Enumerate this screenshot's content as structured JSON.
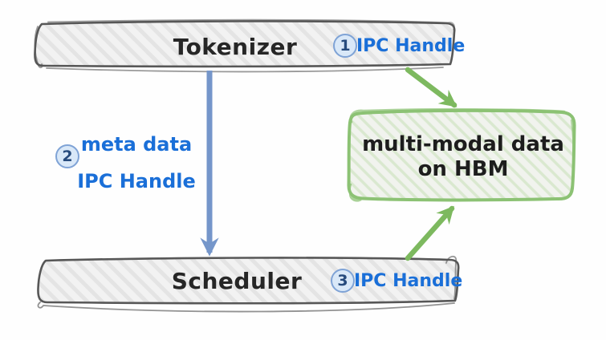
{
  "diagram": {
    "type": "flow-diagram",
    "style": "hand-drawn-sketch",
    "background": "#fefefe",
    "nodes": {
      "tokenizer": {
        "label": "Tokenizer"
      },
      "scheduler": {
        "label": "Scheduler"
      },
      "hbm": {
        "line1": "multi-modal data",
        "line2": "on HBM"
      }
    },
    "steps": {
      "step1": {
        "num": "1",
        "label": "IPC Handle"
      },
      "step2": {
        "num": "2",
        "line1": "meta data",
        "line2": "IPC Handle"
      },
      "step3": {
        "num": "3",
        "label": "IPC Handle"
      }
    },
    "edges": [
      {
        "step": "1",
        "from": "Tokenizer",
        "to": "multi-modal data on HBM",
        "color": "#7db95f",
        "label": "IPC Handle"
      },
      {
        "step": "2",
        "from": "Tokenizer",
        "to": "Scheduler",
        "color": "#7596ca",
        "label": "meta data IPC Handle"
      },
      {
        "step": "3",
        "from": "Scheduler",
        "to": "multi-modal data on HBM",
        "color": "#7db95f",
        "label": "IPC Handle"
      }
    ],
    "colors": {
      "gray_box_border": "#575757",
      "gray_box_fill": "#f2f2f2",
      "gray_hatch": "#e2e2e2",
      "green_box_border": "#8cc274",
      "green_box_fill": "#f1f3ee",
      "green_hatch": "#d9e8cf",
      "green_arrow": "#7db95f",
      "blue_arrow": "#7596ca",
      "blue_text": "#1a6fd8",
      "badge_fill": "#d9e8f8",
      "badge_border": "#7fa3d6",
      "badge_text": "#274b7d",
      "node_text": "#262626"
    }
  }
}
